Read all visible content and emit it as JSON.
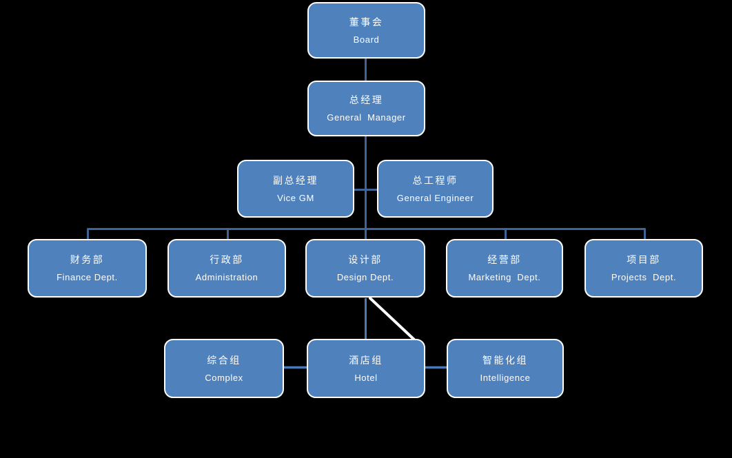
{
  "canvas": {
    "background": "#000000"
  },
  "colors": {
    "node_fill": "#4f81bd",
    "node_border": "#ffffff",
    "node_text": "#ffffff",
    "connector_dark": "#3f6497",
    "connector_light": "#4d7ab6",
    "connector_white": "#ffffff"
  },
  "nodes": {
    "board": {
      "zh": "董事会",
      "en": "Board"
    },
    "general_manager": {
      "zh": "总经理",
      "en": "General  Manager"
    },
    "vice_gm": {
      "zh": "副总经理",
      "en": "Vice GM"
    },
    "general_engineer": {
      "zh": "总工程师",
      "en": "General Engineer"
    },
    "finance": {
      "zh": "财务部",
      "en": "Finance Dept."
    },
    "administration": {
      "zh": "行政部",
      "en": "Administration"
    },
    "design": {
      "zh": "设计部",
      "en": "Design Dept."
    },
    "marketing": {
      "zh": "经营部",
      "en": "Marketing  Dept."
    },
    "projects": {
      "zh": "项目部",
      "en": "Projects  Dept."
    },
    "complex": {
      "zh": "综合组",
      "en": "Complex"
    },
    "hotel": {
      "zh": "酒店组",
      "en": "Hotel"
    },
    "intelligence": {
      "zh": "智能化组",
      "en": "Intelligence"
    }
  },
  "edges": [
    {
      "from": "board",
      "to": "general_manager"
    },
    {
      "from": "general_manager",
      "to": "vice_gm"
    },
    {
      "from": "general_manager",
      "to": "general_engineer"
    },
    {
      "from": "general_manager",
      "to": "finance"
    },
    {
      "from": "general_manager",
      "to": "administration"
    },
    {
      "from": "general_manager",
      "to": "design"
    },
    {
      "from": "general_manager",
      "to": "marketing"
    },
    {
      "from": "general_manager",
      "to": "projects"
    },
    {
      "from": "design",
      "to": "hotel"
    },
    {
      "from": "complex",
      "to": "hotel"
    },
    {
      "from": "hotel",
      "to": "intelligence"
    }
  ]
}
